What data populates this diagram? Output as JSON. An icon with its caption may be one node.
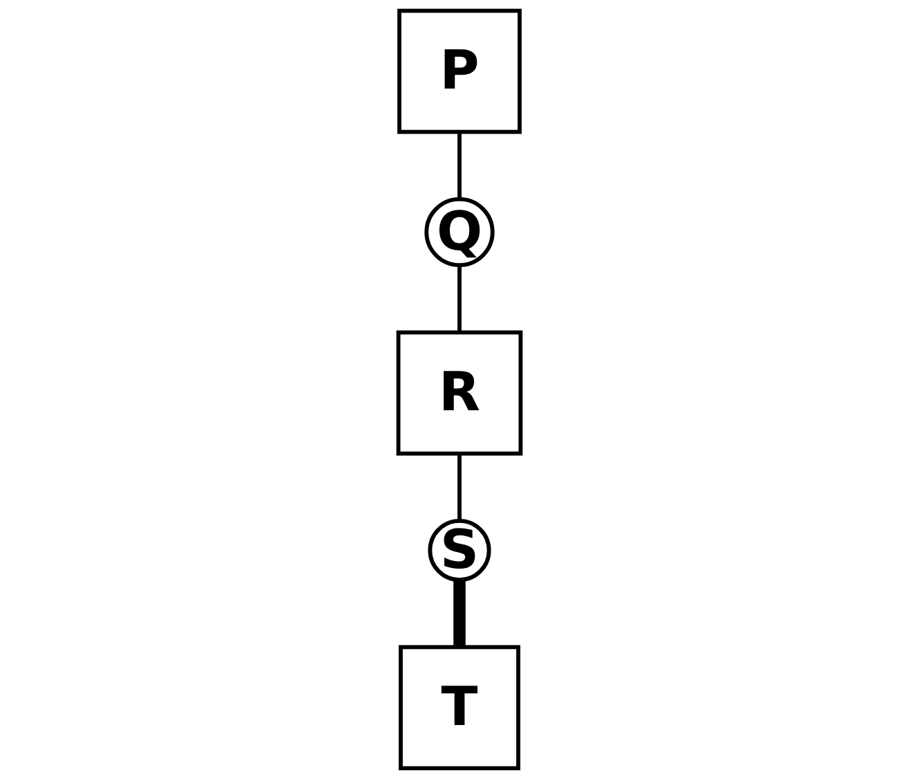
{
  "diagram": {
    "nodes": [
      {
        "text": [
          "P"
        ]
      },
      {
        "text": [
          "Q"
        ]
      },
      {
        "text": [
          "R"
        ]
      },
      {
        "text": [
          "S"
        ]
      },
      {
        "text": [
          "T"
        ]
      }
    ],
    "edges": [
      {
        "from": 0,
        "to": 1,
        "arrow": "none"
      },
      {
        "from": 1,
        "to": 2,
        "arrow": "none"
      },
      {
        "from": 2,
        "to": 3,
        "arrow": "none"
      },
      {
        "from": 3,
        "to": 4,
        "arrow": "none",
        "style": "thick"
      }
    ]
  }
}
